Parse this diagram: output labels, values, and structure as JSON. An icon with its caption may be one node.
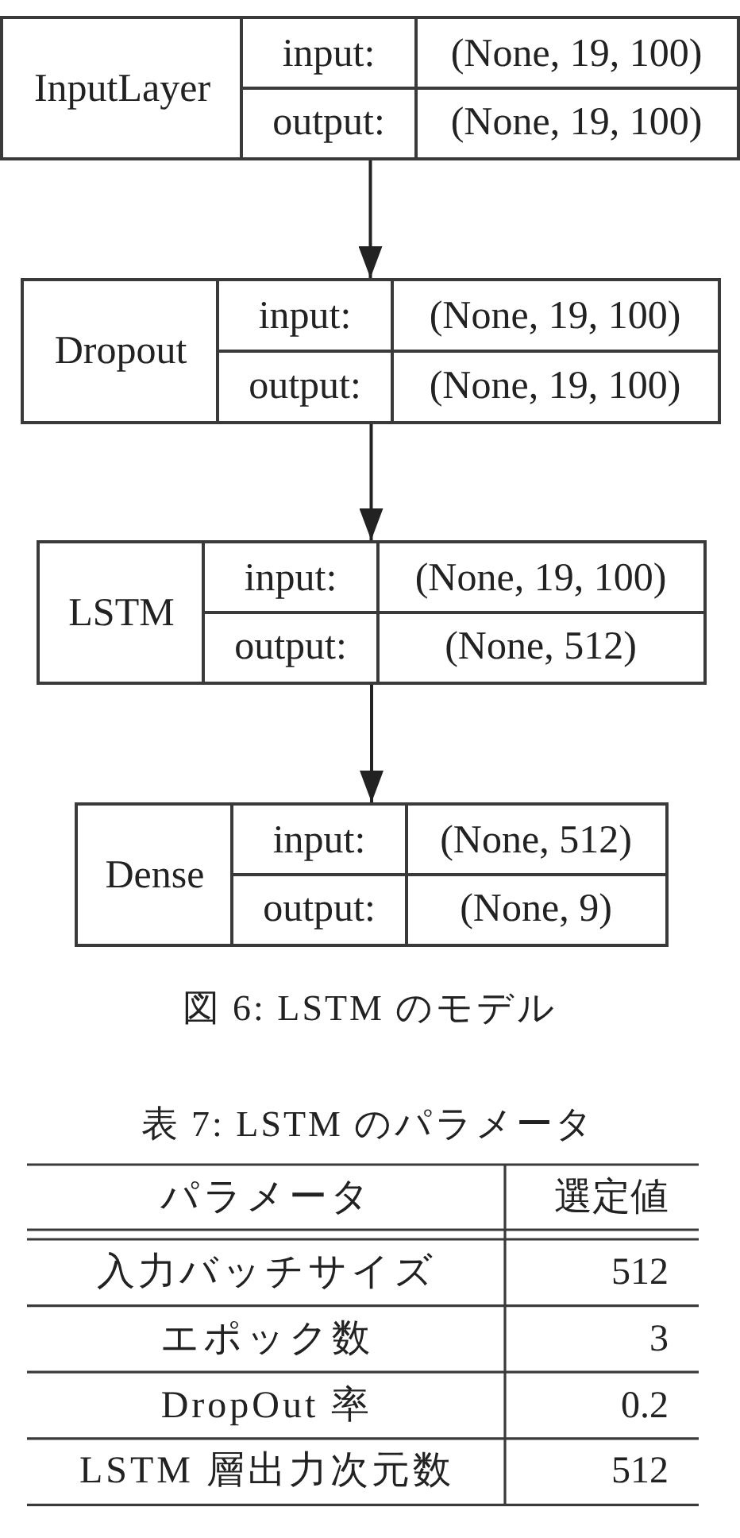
{
  "diagram": {
    "caption": "図 6: LSTM のモデル",
    "nodes": [
      {
        "text": [
          "InputLayer",
          "input:",
          "(None, 19, 100)",
          "output:",
          "(None, 19, 100)"
        ]
      },
      {
        "text": [
          "Dropout",
          "input:",
          "(None, 19, 100)",
          "output:",
          "(None, 19, 100)"
        ]
      },
      {
        "text": [
          "LSTM",
          "input:",
          "(None, 19, 100)",
          "output:",
          "(None, 512)"
        ]
      },
      {
        "text": [
          "Dense",
          "input:",
          "(None, 512)",
          "output:",
          "(None, 9)"
        ]
      }
    ],
    "edges": [
      {
        "from": 0,
        "to": 1,
        "arrow": "to"
      },
      {
        "from": 1,
        "to": 2,
        "arrow": "to"
      },
      {
        "from": 2,
        "to": 3,
        "arrow": "to"
      }
    ],
    "labels": [
      "表 7: LSTM のパラメータ",
      "パラメータ",
      "選定値",
      "入力バッチサイズ",
      "512",
      "エポック数",
      "3",
      "DropOut 率",
      "0.2",
      "LSTM 層出力次元数",
      "512"
    ]
  }
}
